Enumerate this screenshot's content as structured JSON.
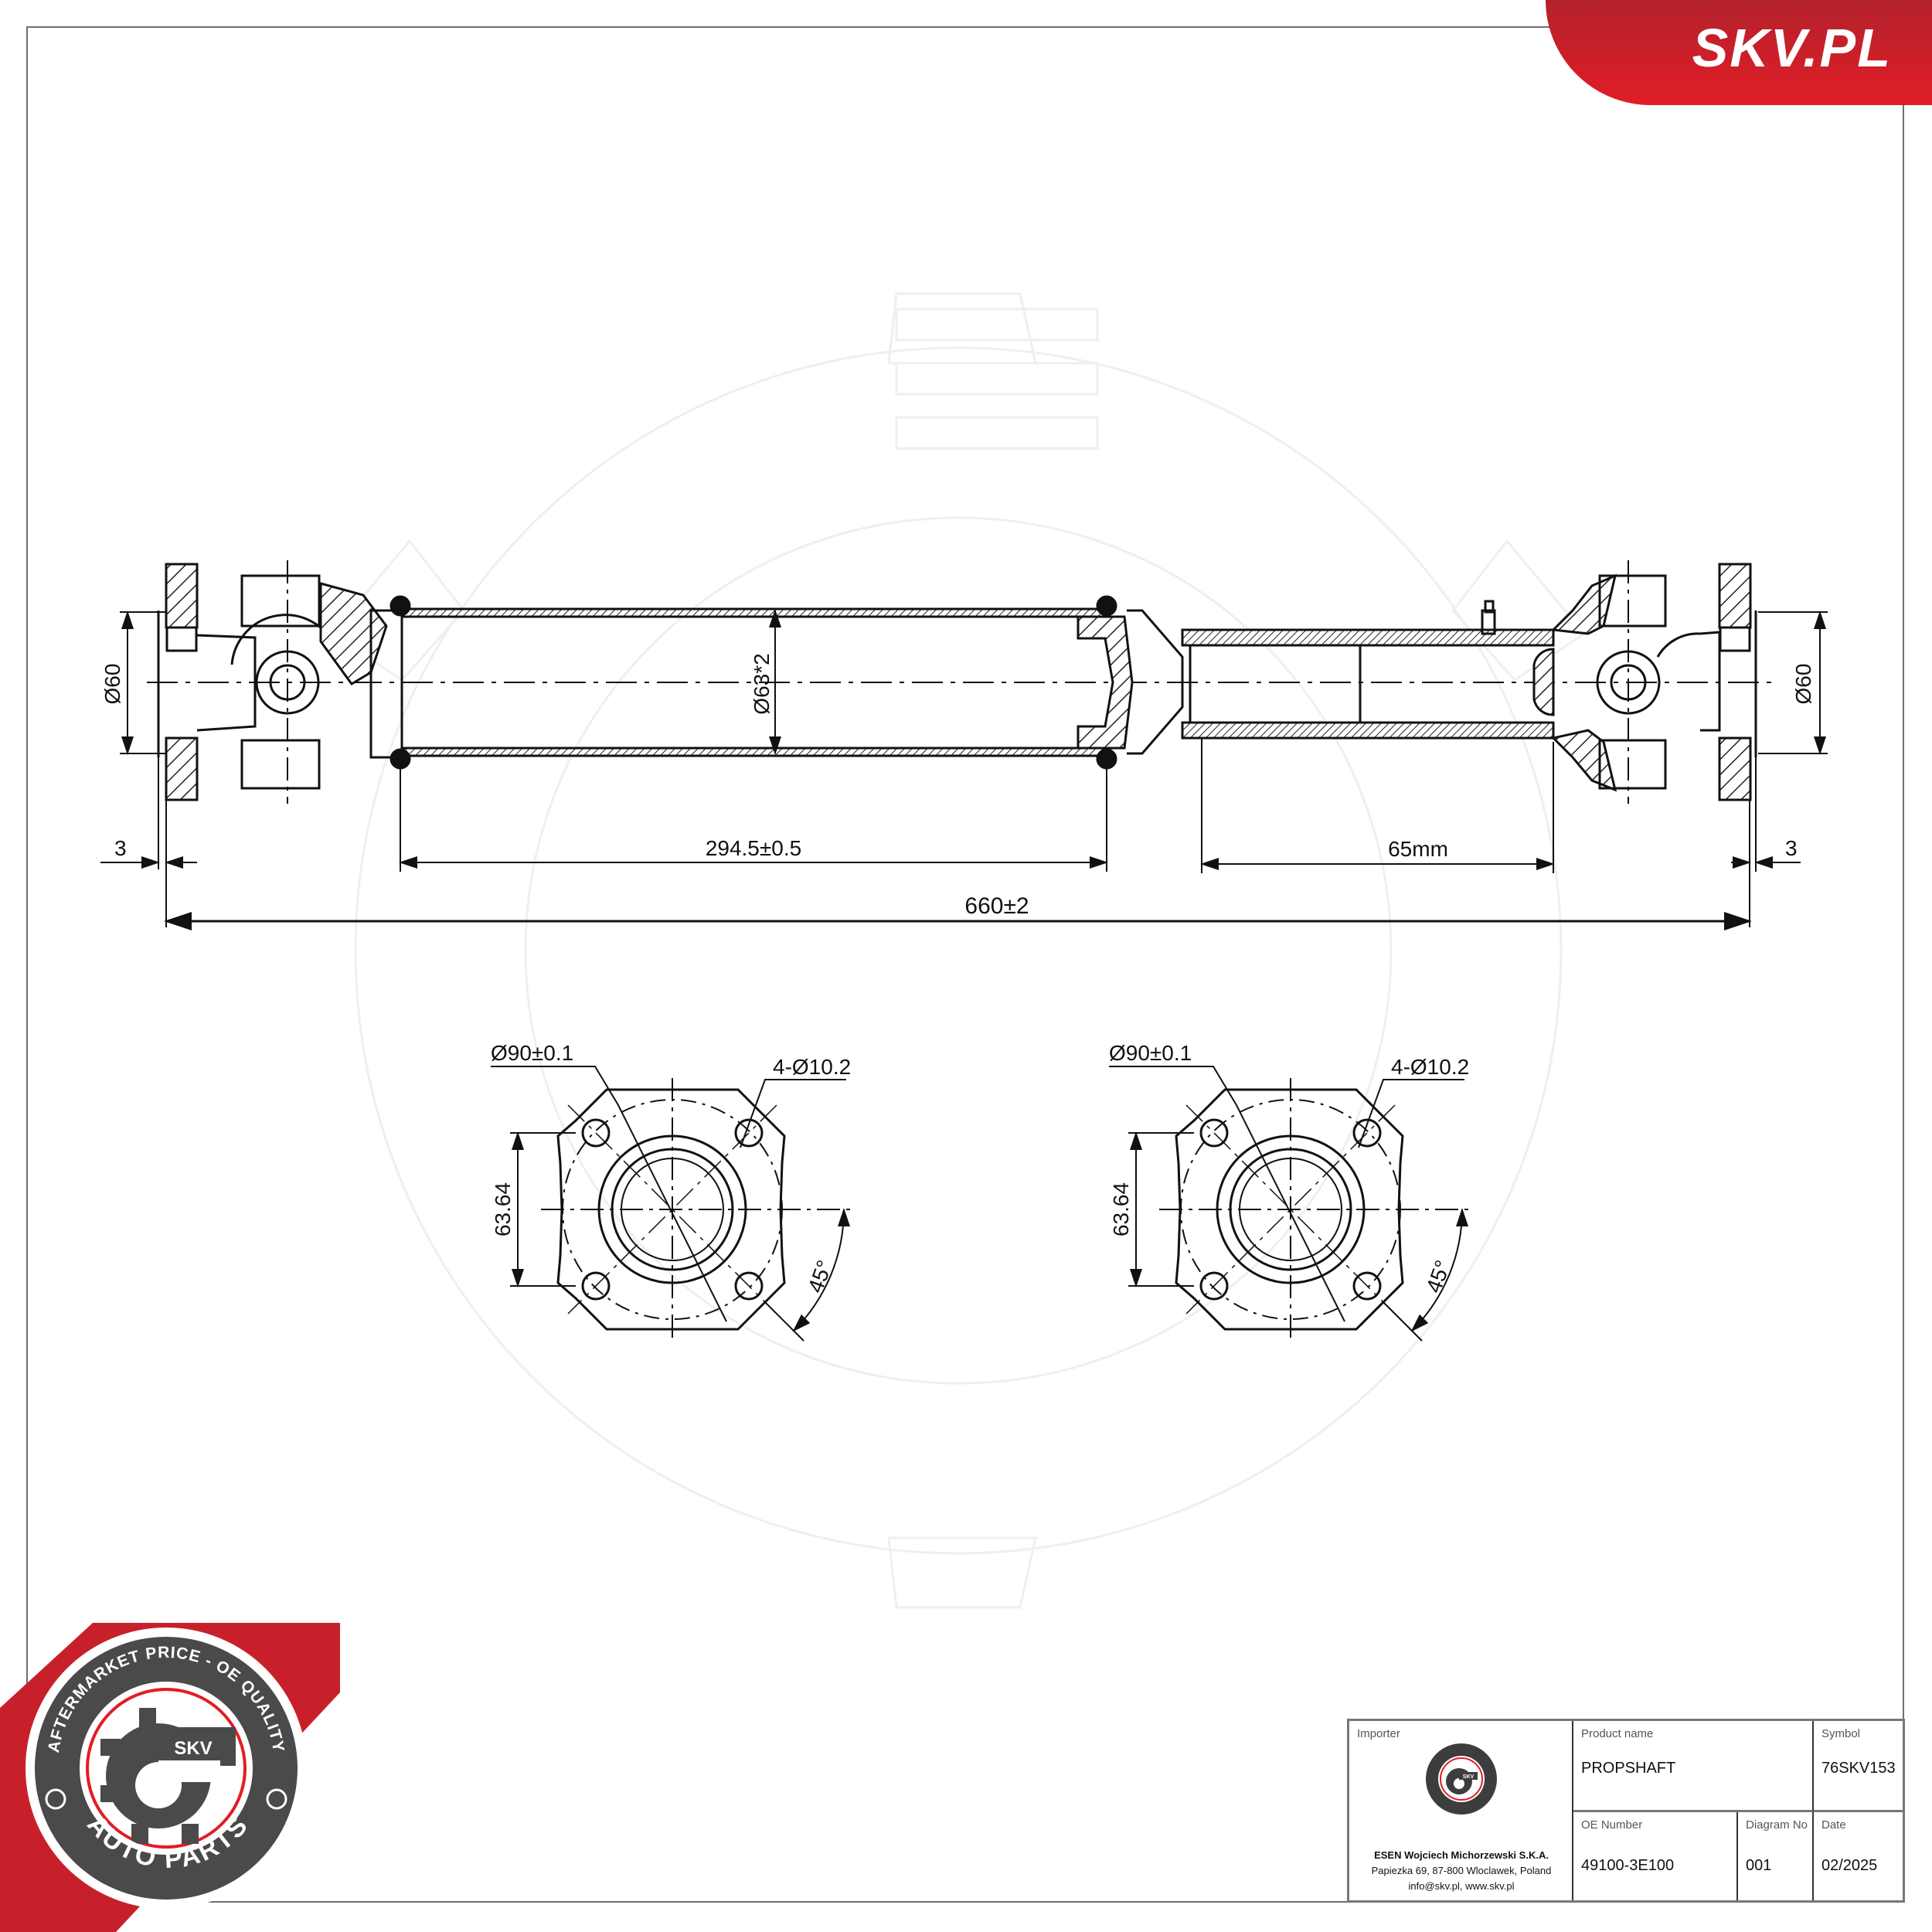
{
  "brand": {
    "site": "SKV.PL",
    "accent_color": "#e11d26",
    "dark_color": "#4a4a4a"
  },
  "drawing": {
    "type": "propshaft technical drawing",
    "side_view": {
      "dim_left_flange_dia": "Ø60",
      "dim_right_flange_dia": "Ø60",
      "dim_tube_dia": "Ø63*2",
      "dim_left_gap": "3",
      "dim_right_gap": "3",
      "dim_tube_length": "294.5±0.5",
      "dim_slip_length": "65mm",
      "dim_total_length": "660±2"
    },
    "flange_views": [
      {
        "bolt_circle": "Ø90±0.1",
        "holes": "4-Ø10.2",
        "hole_spacing": "63.64",
        "angle": "45°"
      },
      {
        "bolt_circle": "Ø90±0.1",
        "holes": "4-Ø10.2",
        "hole_spacing": "63.64",
        "angle": "45°"
      }
    ]
  },
  "seal": {
    "top_text": "AFTERMARKET PRICE - OE QUALITY",
    "center_text": "SKV",
    "bottom_text": "AUTO PARTS"
  },
  "title_block": {
    "importer_label": "Importer",
    "importer_company": "ESEN Wojciech Michorzewski S.K.A.",
    "importer_address": "Papiezka 69, 87-800 Wloclawek, Poland",
    "importer_contact": "info@skv.pl, www.skv.pl",
    "product_name_label": "Product name",
    "product_name": "PROPSHAFT",
    "symbol_label": "Symbol",
    "symbol": "76SKV153",
    "oe_number_label": "OE Number",
    "oe_number": "49100-3E100",
    "diagram_no_label": "Diagram No",
    "diagram_no": "001",
    "date_label": "Date",
    "date": "02/2025"
  }
}
